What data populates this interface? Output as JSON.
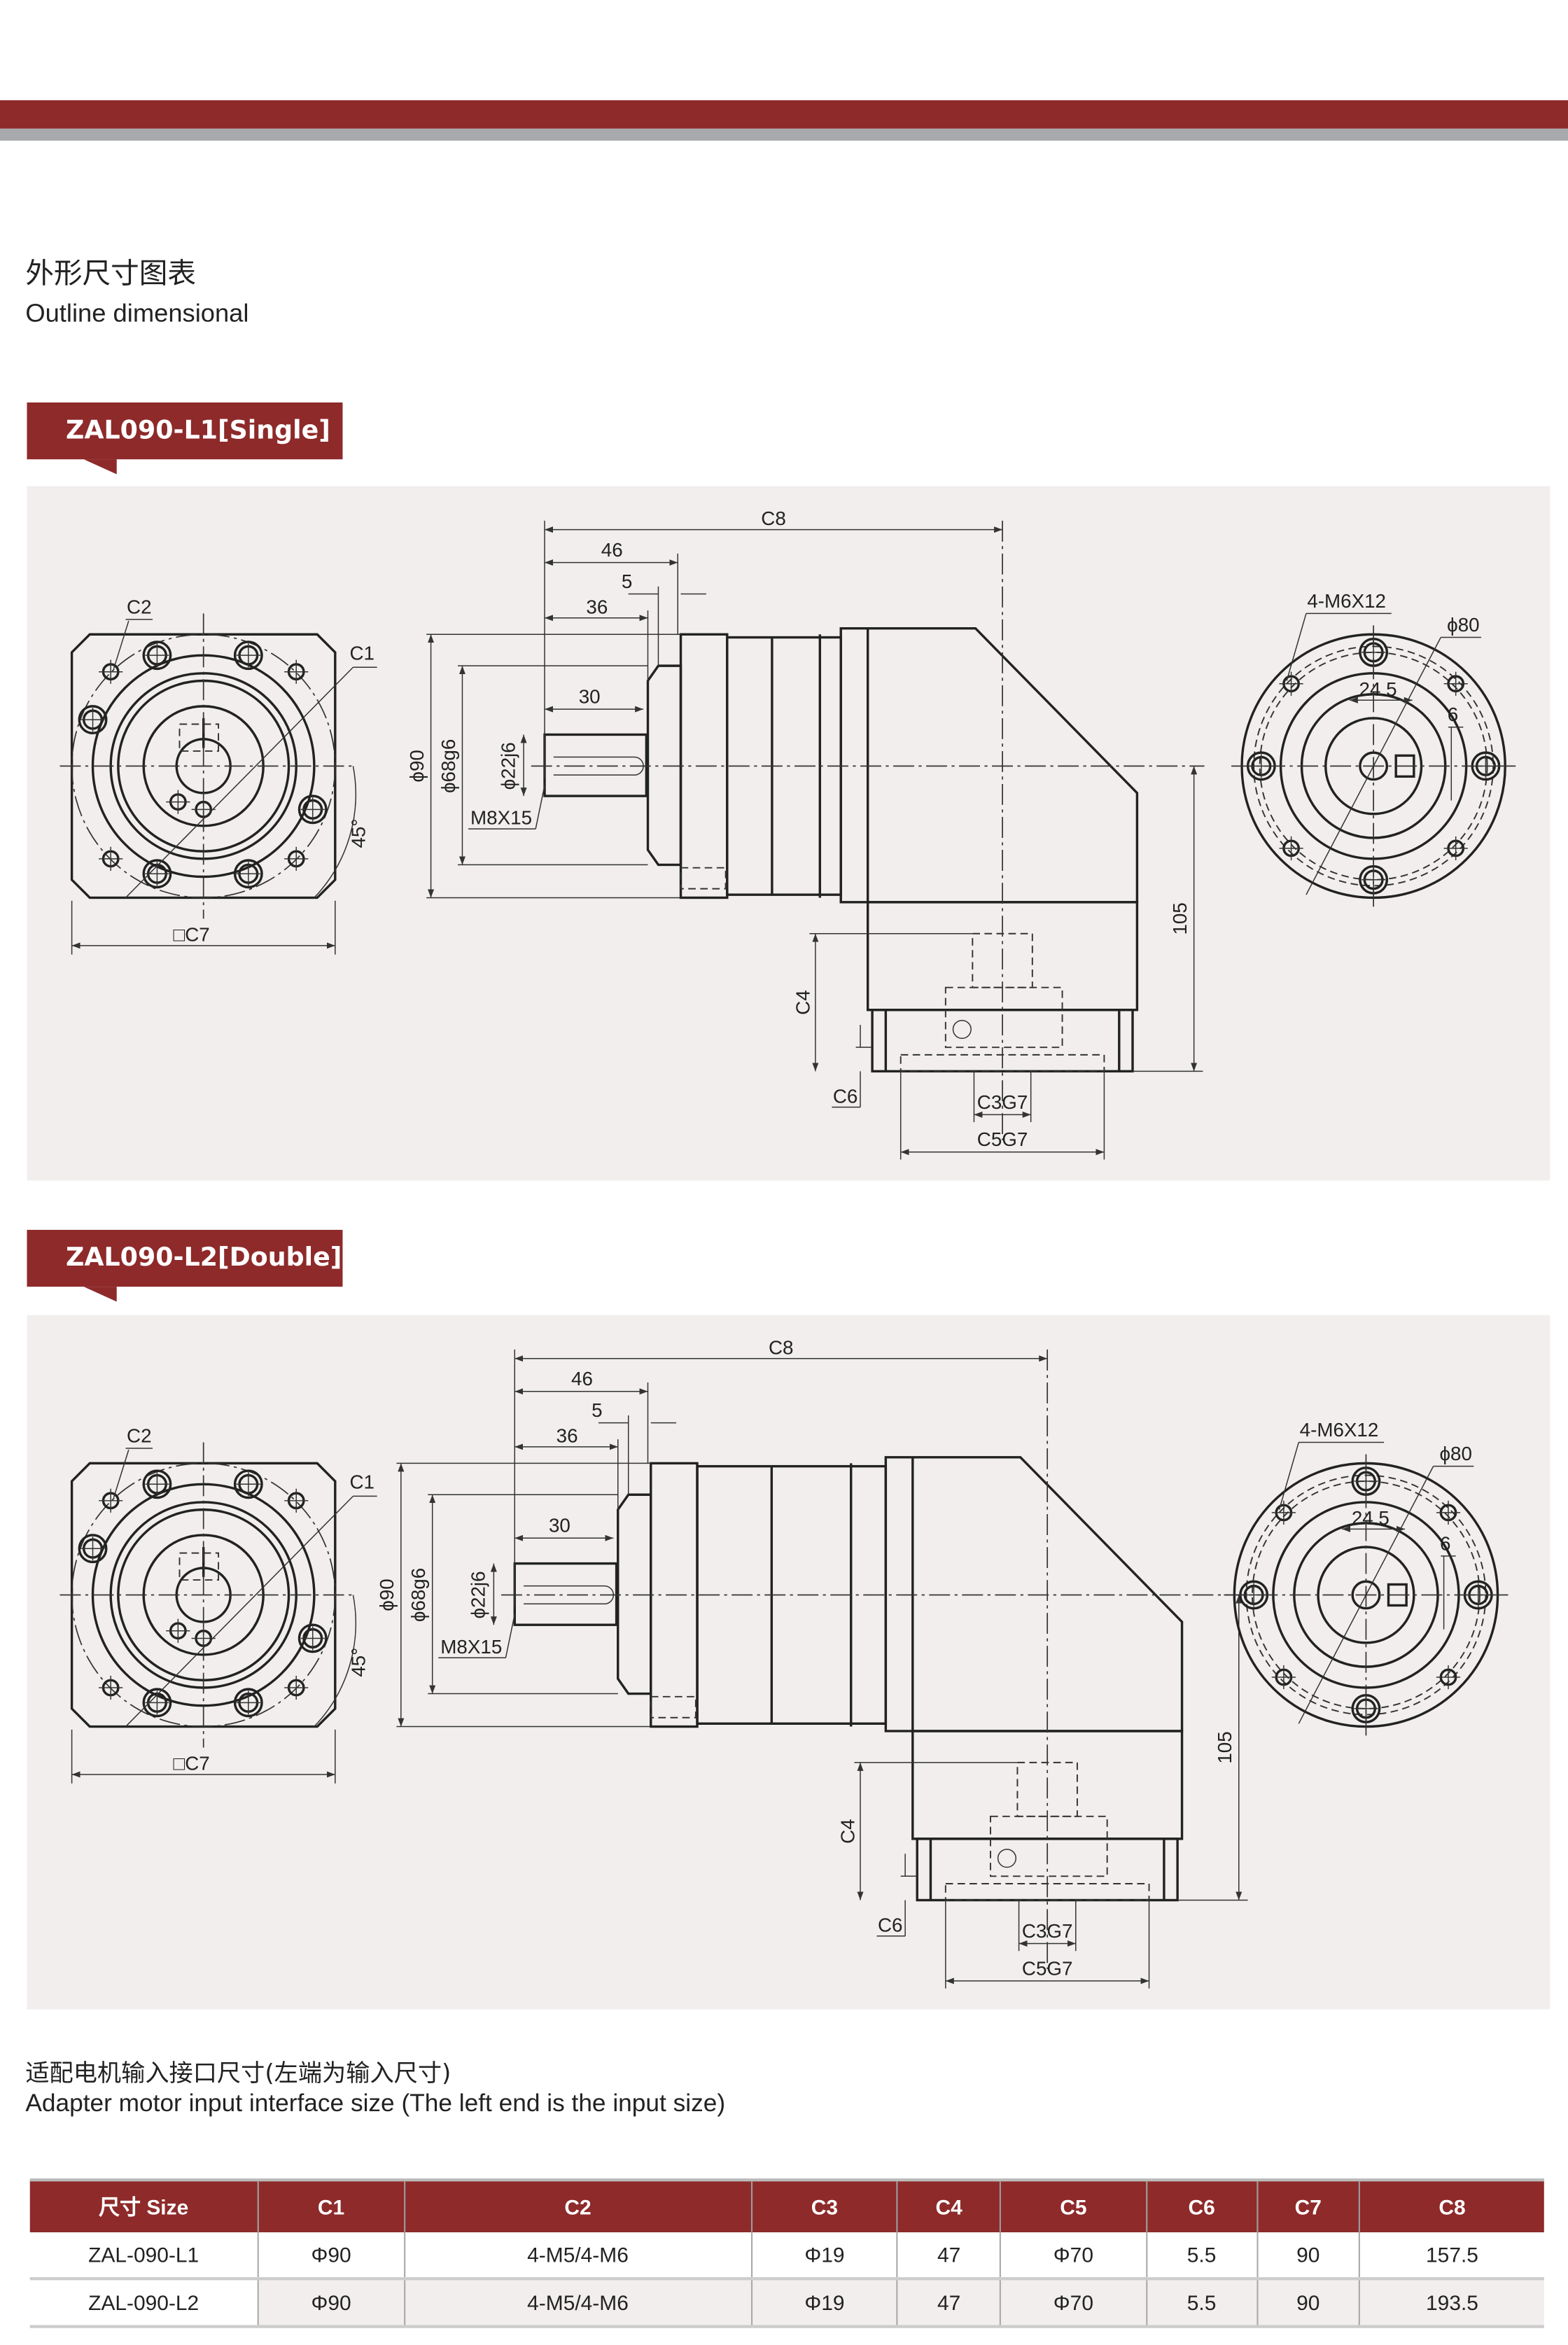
{
  "header": {
    "title_cn": "外形尺寸图表",
    "title_en": "Outline dimensional"
  },
  "sections": [
    {
      "label": "ZAL090-L1[Single]"
    },
    {
      "label": "ZAL090-L2[Double]"
    }
  ],
  "labels": {
    "c8": "C8",
    "d46": "46",
    "d5": "5",
    "d36": "36",
    "d30": "30",
    "c2": "C2",
    "c1": "C1",
    "phi90": "ϕ90",
    "phi68": "ϕ68g6",
    "phi22": "ϕ22j6",
    "m8": "M8X15",
    "deg45": "45°",
    "c7": "□C7",
    "h105": "105",
    "c4": "C4",
    "c6": "C6",
    "c3": "C3G7",
    "c5": "C5G7",
    "m6": "4-M6X12",
    "phi80": "ϕ80",
    "d245": "24.5",
    "d6": "6"
  },
  "adapter": {
    "title_cn": "适配电机输入接口尺寸(左端为输入尺寸)",
    "title_en": "Adapter motor input interface size (The left end is the input size)"
  },
  "table": {
    "headers": [
      "尺寸 Size",
      "C1",
      "C2",
      "C3",
      "C4",
      "C5",
      "C6",
      "C7",
      "C8"
    ],
    "rows": [
      [
        "ZAL-090-L1",
        "Φ90",
        "4-M5/4-M6",
        "Φ19",
        "47",
        "Φ70",
        "5.5",
        "90",
        "157.5"
      ],
      [
        "ZAL-090-L2",
        "Φ90",
        "4-M5/4-M6",
        "Φ19",
        "47",
        "Φ70",
        "5.5",
        "90",
        "193.5"
      ]
    ]
  },
  "colors": {
    "accent": "#8e2a2a",
    "gray_bar": "#a7a9ac",
    "panel_bg": "#f1eeed"
  }
}
